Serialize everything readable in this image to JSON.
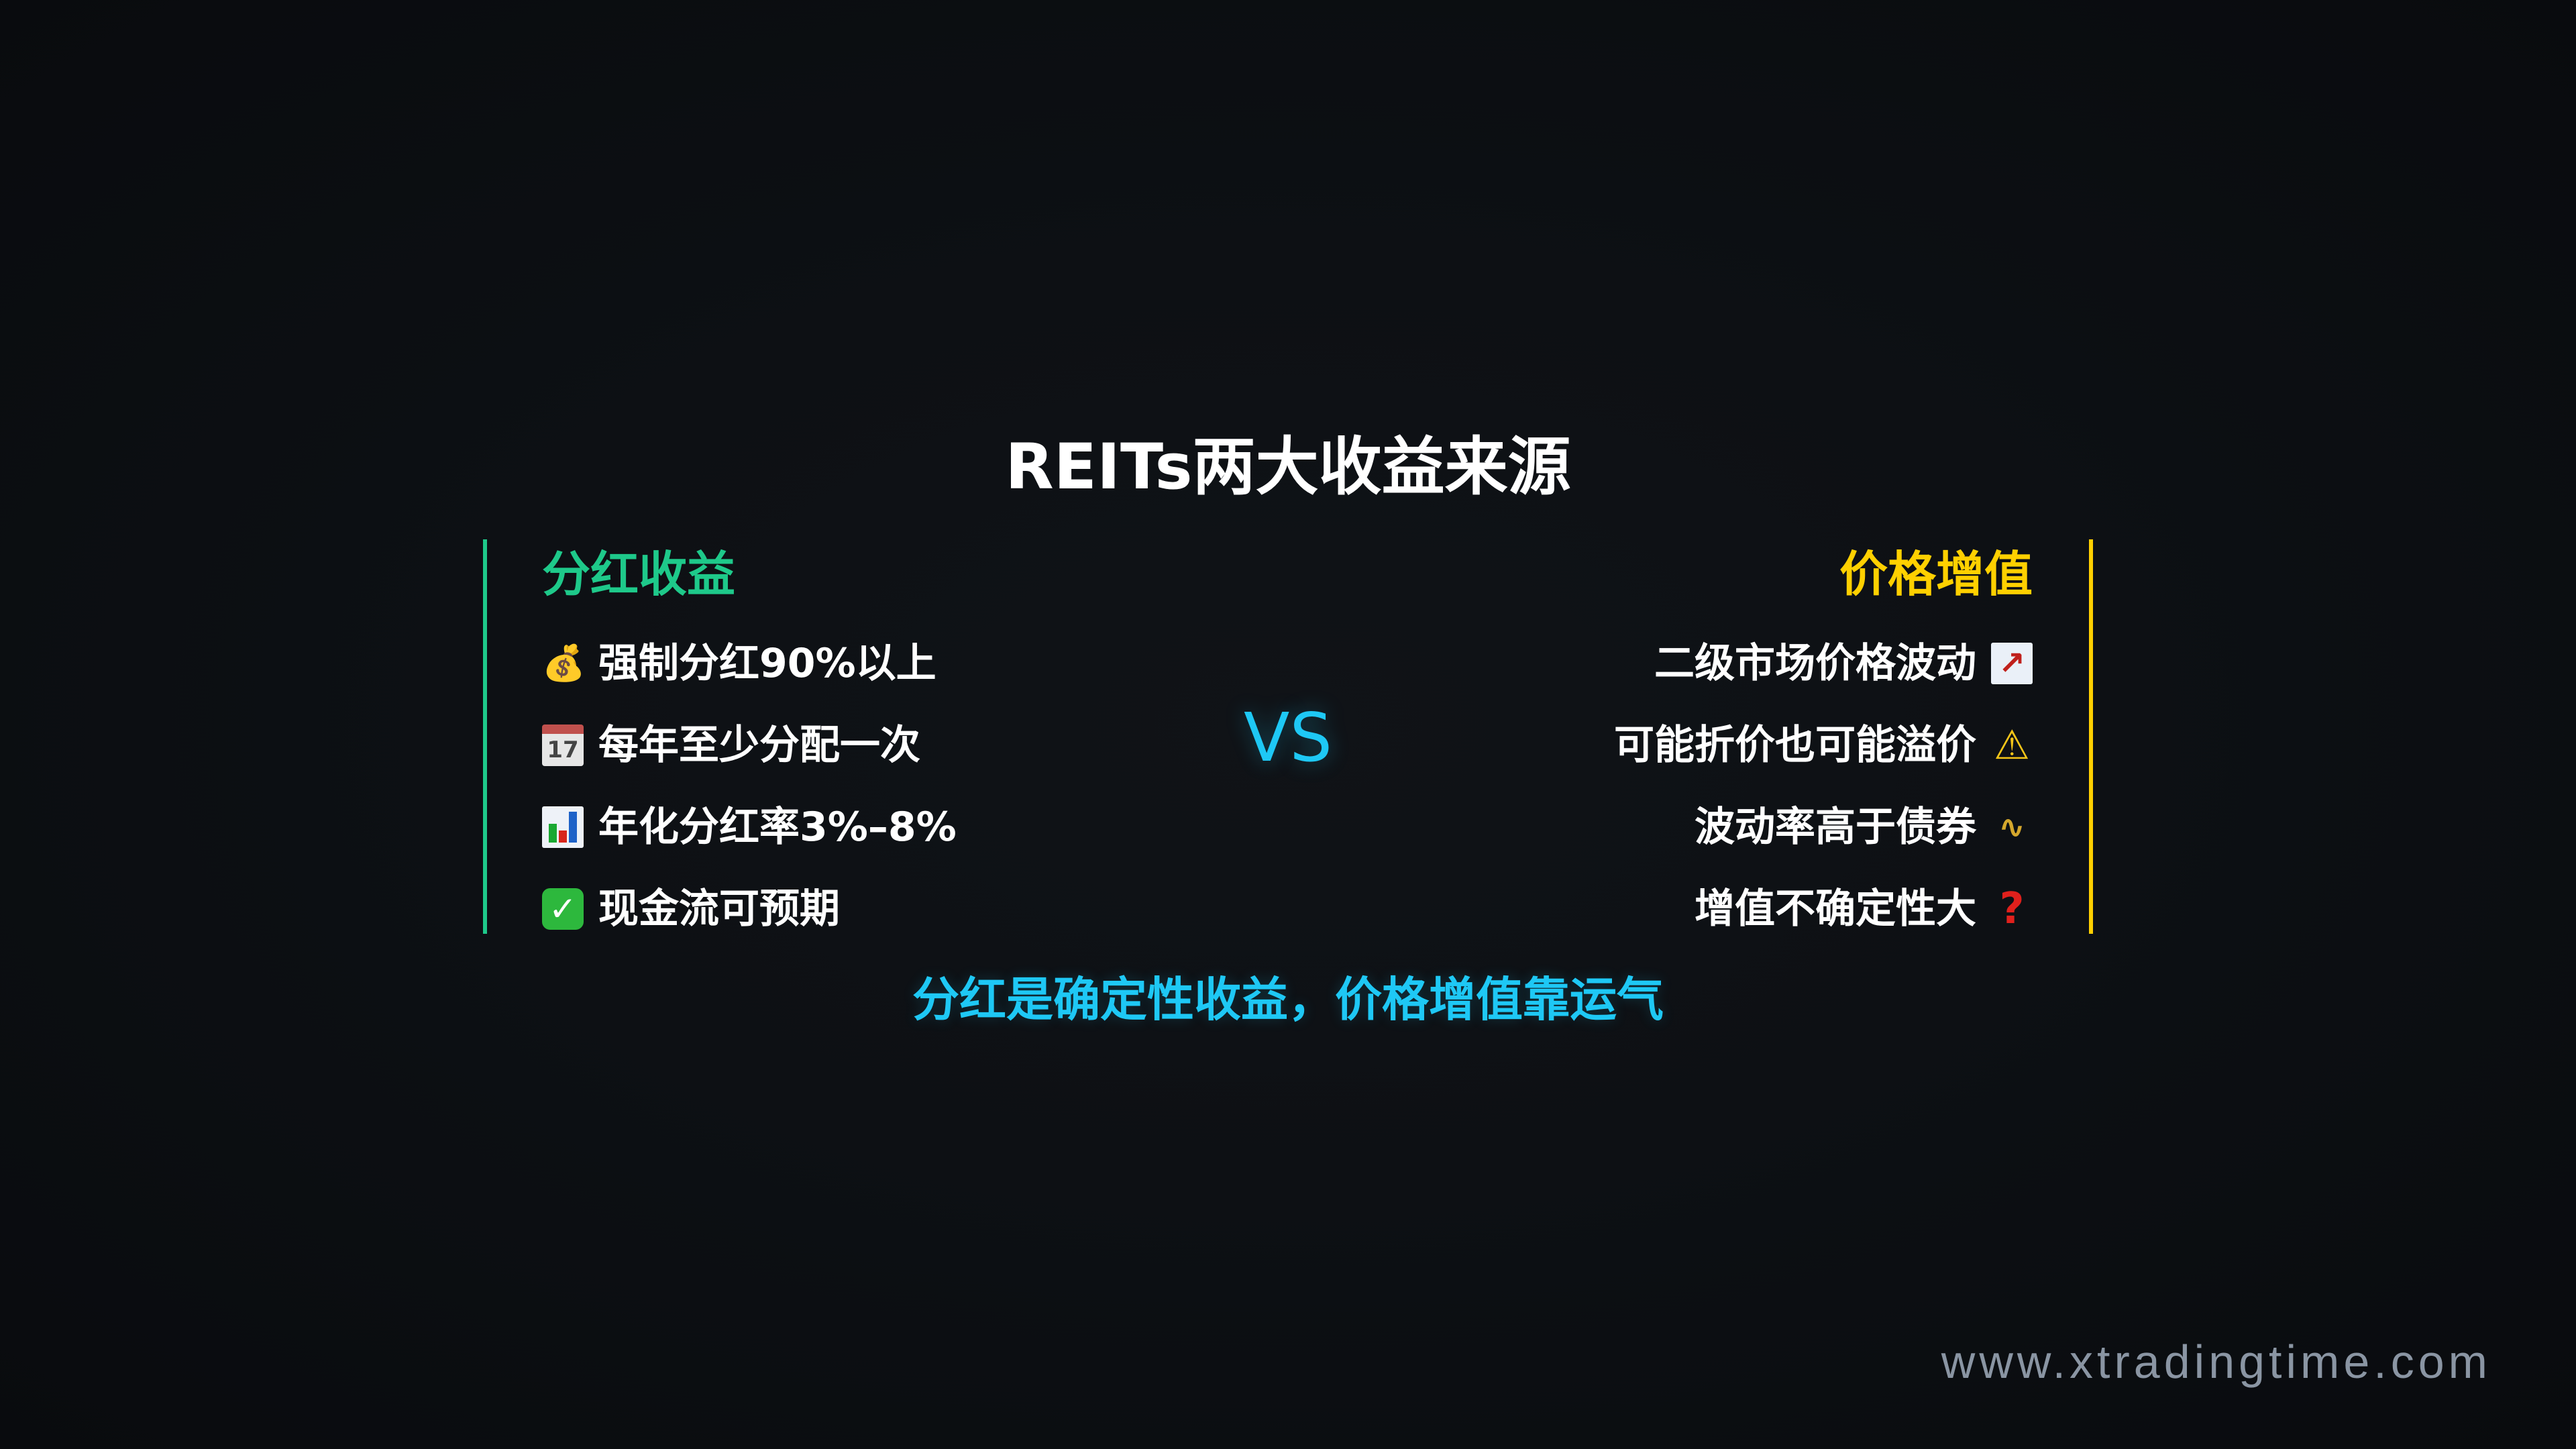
{
  "title": "REITs两大收益来源",
  "left_panel": {
    "heading": "分红收益",
    "accent_color": "#1ec98a",
    "items": [
      {
        "icon": "money-bag-icon",
        "glyph": "💰",
        "text": "强制分红90%以上"
      },
      {
        "icon": "calendar-icon",
        "glyph": "17",
        "text": "每年至少分配一次"
      },
      {
        "icon": "bar-chart-icon",
        "glyph": "",
        "text": "年化分红率3%–8%"
      },
      {
        "icon": "check-mark-icon",
        "glyph": "✓",
        "text": "现金流可预期"
      }
    ]
  },
  "vs_label": "VS",
  "right_panel": {
    "heading": "价格增值",
    "accent_color": "#ffd000",
    "items": [
      {
        "icon": "chart-increasing-icon",
        "glyph": "↗",
        "text": "二级市场价格波动"
      },
      {
        "icon": "warning-icon",
        "glyph": "⚠",
        "text": "可能折价也可能溢价"
      },
      {
        "icon": "roller-coaster-icon",
        "glyph": "∿",
        "text": "波动率高于债券"
      },
      {
        "icon": "question-mark-icon",
        "glyph": "?",
        "text": "增值不确定性大"
      }
    ]
  },
  "summary": "分红是确定性收益，价格增值靠运气",
  "summary_color": "#1ec8f5",
  "watermark": "www.xtradingtime.com"
}
